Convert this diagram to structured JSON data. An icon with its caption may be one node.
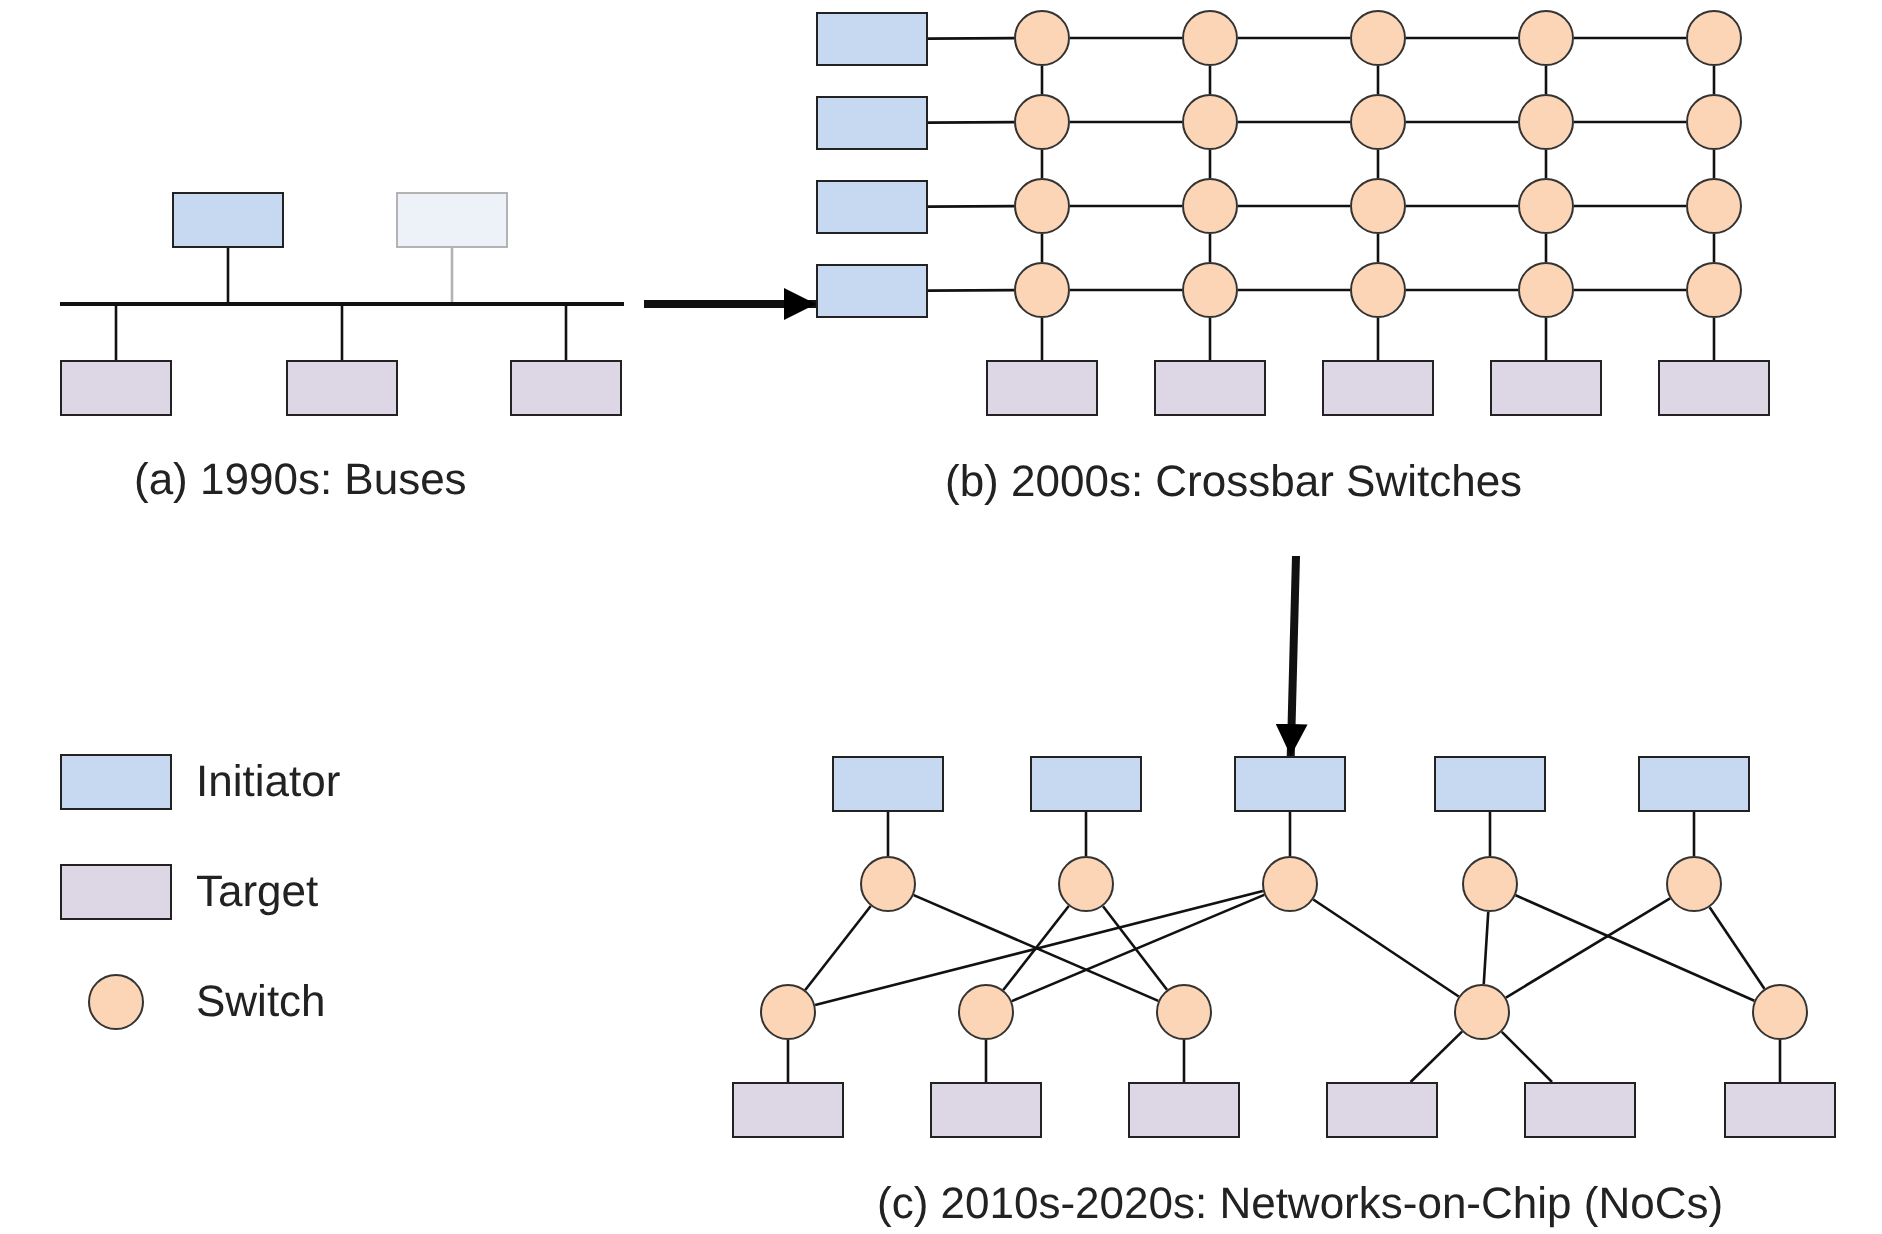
{
  "diagram": {
    "nodes": [
      {
        "text": [],
        "shape": "box"
      },
      {
        "text": [],
        "shape": "box"
      },
      {
        "text": [],
        "shape": "bar"
      },
      {
        "text": [],
        "shape": "box"
      },
      {
        "text": [],
        "shape": "box"
      },
      {
        "text": [],
        "shape": "box"
      },
      {
        "text": [],
        "shape": "box"
      },
      {
        "text": [],
        "shape": "box"
      },
      {
        "text": [],
        "shape": "box"
      },
      {
        "text": [],
        "shape": "box"
      },
      {
        "text": [],
        "shape": "circle"
      },
      {
        "text": [],
        "shape": "circle"
      },
      {
        "text": [],
        "shape": "circle"
      },
      {
        "text": [],
        "shape": "circle"
      },
      {
        "text": [],
        "shape": "circle"
      },
      {
        "text": [],
        "shape": "circle"
      },
      {
        "text": [],
        "shape": "circle"
      },
      {
        "text": [],
        "shape": "circle"
      },
      {
        "text": [],
        "shape": "circle"
      },
      {
        "text": [],
        "shape": "circle"
      },
      {
        "text": [],
        "shape": "circle"
      },
      {
        "text": [],
        "shape": "circle"
      },
      {
        "text": [],
        "shape": "circle"
      },
      {
        "text": [],
        "shape": "circle"
      },
      {
        "text": [],
        "shape": "circle"
      },
      {
        "text": [],
        "shape": "circle"
      },
      {
        "text": [],
        "shape": "circle"
      },
      {
        "text": [],
        "shape": "circle"
      },
      {
        "text": [],
        "shape": "circle"
      },
      {
        "text": [],
        "shape": "circle"
      },
      {
        "text": [],
        "shape": "box"
      },
      {
        "text": [],
        "shape": "box"
      },
      {
        "text": [],
        "shape": "box"
      },
      {
        "text": [],
        "shape": "box"
      },
      {
        "text": [],
        "shape": "box"
      },
      {
        "text": [],
        "shape": "box"
      },
      {
        "text": [],
        "shape": "box"
      },
      {
        "text": [],
        "shape": "box"
      },
      {
        "text": [],
        "shape": "box"
      },
      {
        "text": [],
        "shape": "box"
      },
      {
        "text": [],
        "shape": "circle"
      },
      {
        "text": [],
        "shape": "circle"
      },
      {
        "text": [],
        "shape": "circle"
      },
      {
        "text": [],
        "shape": "circle"
      },
      {
        "text": [],
        "shape": "circle"
      },
      {
        "text": [],
        "shape": "circle"
      },
      {
        "text": [],
        "shape": "circle"
      },
      {
        "text": [],
        "shape": "circle"
      },
      {
        "text": [],
        "shape": "circle"
      },
      {
        "text": [],
        "shape": "circle"
      },
      {
        "text": [],
        "shape": "box"
      },
      {
        "text": [],
        "shape": "box"
      },
      {
        "text": [],
        "shape": "box"
      },
      {
        "text": [],
        "shape": "box"
      },
      {
        "text": [],
        "shape": "box"
      },
      {
        "text": [],
        "shape": "box"
      }
    ],
    "edges": [
      {
        "from": 0,
        "to": 2,
        "arrow": "none"
      },
      {
        "from": 1,
        "to": 2,
        "arrow": "none",
        "color": "#b3b3b3"
      },
      {
        "from": 2,
        "to": 3,
        "arrow": "none"
      },
      {
        "from": 2,
        "to": 4,
        "arrow": "none"
      },
      {
        "from": 2,
        "to": 5,
        "arrow": "none"
      },
      {
        "from": 2,
        "to": 9,
        "arrow": "to",
        "style": "thick"
      },
      {
        "from": 6,
        "to": 10,
        "arrow": "none"
      },
      {
        "from": 10,
        "to": 11,
        "arrow": "none"
      },
      {
        "from": 11,
        "to": 12,
        "arrow": "none"
      },
      {
        "from": 12,
        "to": 13,
        "arrow": "none"
      },
      {
        "from": 13,
        "to": 14,
        "arrow": "none"
      },
      {
        "from": 7,
        "to": 15,
        "arrow": "none"
      },
      {
        "from": 15,
        "to": 16,
        "arrow": "none"
      },
      {
        "from": 16,
        "to": 17,
        "arrow": "none"
      },
      {
        "from": 17,
        "to": 18,
        "arrow": "none"
      },
      {
        "from": 18,
        "to": 19,
        "arrow": "none"
      },
      {
        "from": 8,
        "to": 20,
        "arrow": "none"
      },
      {
        "from": 20,
        "to": 21,
        "arrow": "none"
      },
      {
        "from": 21,
        "to": 22,
        "arrow": "none"
      },
      {
        "from": 22,
        "to": 23,
        "arrow": "none"
      },
      {
        "from": 23,
        "to": 24,
        "arrow": "none"
      },
      {
        "from": 9,
        "to": 25,
        "arrow": "none"
      },
      {
        "from": 25,
        "to": 26,
        "arrow": "none"
      },
      {
        "from": 26,
        "to": 27,
        "arrow": "none"
      },
      {
        "from": 27,
        "to": 28,
        "arrow": "none"
      },
      {
        "from": 28,
        "to": 29,
        "arrow": "none"
      },
      {
        "from": 10,
        "to": 15,
        "arrow": "none"
      },
      {
        "from": 15,
        "to": 20,
        "arrow": "none"
      },
      {
        "from": 20,
        "to": 25,
        "arrow": "none"
      },
      {
        "from": 25,
        "to": 30,
        "arrow": "none"
      },
      {
        "from": 11,
        "to": 16,
        "arrow": "none"
      },
      {
        "from": 16,
        "to": 21,
        "arrow": "none"
      },
      {
        "from": 21,
        "to": 26,
        "arrow": "none"
      },
      {
        "from": 26,
        "to": 31,
        "arrow": "none"
      },
      {
        "from": 12,
        "to": 17,
        "arrow": "none"
      },
      {
        "from": 17,
        "to": 22,
        "arrow": "none"
      },
      {
        "from": 22,
        "to": 27,
        "arrow": "none"
      },
      {
        "from": 27,
        "to": 32,
        "arrow": "none"
      },
      {
        "from": 13,
        "to": 18,
        "arrow": "none"
      },
      {
        "from": 18,
        "to": 23,
        "arrow": "none"
      },
      {
        "from": 23,
        "to": 28,
        "arrow": "none"
      },
      {
        "from": 28,
        "to": 33,
        "arrow": "none"
      },
      {
        "from": 14,
        "to": 19,
        "arrow": "none"
      },
      {
        "from": 19,
        "to": 24,
        "arrow": "none"
      },
      {
        "from": 24,
        "to": 29,
        "arrow": "none"
      },
      {
        "from": 29,
        "to": 34,
        "arrow": "none"
      },
      {
        "from": null,
        "to": 37,
        "arrow": "to",
        "style": "thick"
      },
      {
        "from": 35,
        "to": 40,
        "arrow": "none"
      },
      {
        "from": 36,
        "to": 41,
        "arrow": "none"
      },
      {
        "from": 37,
        "to": 42,
        "arrow": "none"
      },
      {
        "from": 38,
        "to": 43,
        "arrow": "none"
      },
      {
        "from": 39,
        "to": 44,
        "arrow": "none"
      },
      {
        "from": 40,
        "to": 45,
        "arrow": "none"
      },
      {
        "from": 40,
        "to": 47,
        "arrow": "none"
      },
      {
        "from": 41,
        "to": 46,
        "arrow": "none"
      },
      {
        "from": 41,
        "to": 47,
        "arrow": "none"
      },
      {
        "from": 42,
        "to": 45,
        "arrow": "none"
      },
      {
        "from": 42,
        "to": 46,
        "arrow": "none"
      },
      {
        "from": 42,
        "to": 48,
        "arrow": "none"
      },
      {
        "from": 43,
        "to": 48,
        "arrow": "none"
      },
      {
        "from": 43,
        "to": 49,
        "arrow": "none"
      },
      {
        "from": 44,
        "to": 48,
        "arrow": "none"
      },
      {
        "from": 44,
        "to": 49,
        "arrow": "none"
      },
      {
        "from": 45,
        "to": 50,
        "arrow": "none"
      },
      {
        "from": 46,
        "to": 51,
        "arrow": "none"
      },
      {
        "from": 47,
        "to": 52,
        "arrow": "none"
      },
      {
        "from": 48,
        "to": 53,
        "arrow": "none"
      },
      {
        "from": 48,
        "to": 54,
        "arrow": "none"
      },
      {
        "from": 49,
        "to": 55,
        "arrow": "none"
      }
    ],
    "labels": [
      "(a) 1990s: Buses",
      "(b) 2000s: Crossbar Switches",
      "(c) 2010s-2020s: Networks-on-Chip (NoCs)"
    ],
    "legend": [
      {
        "text": "Initiator",
        "color": "#c6d9f0"
      },
      {
        "text": "Target",
        "color": "#dcd6e5"
      },
      {
        "text": "Switch",
        "color": "#fbd5b5"
      }
    ]
  }
}
